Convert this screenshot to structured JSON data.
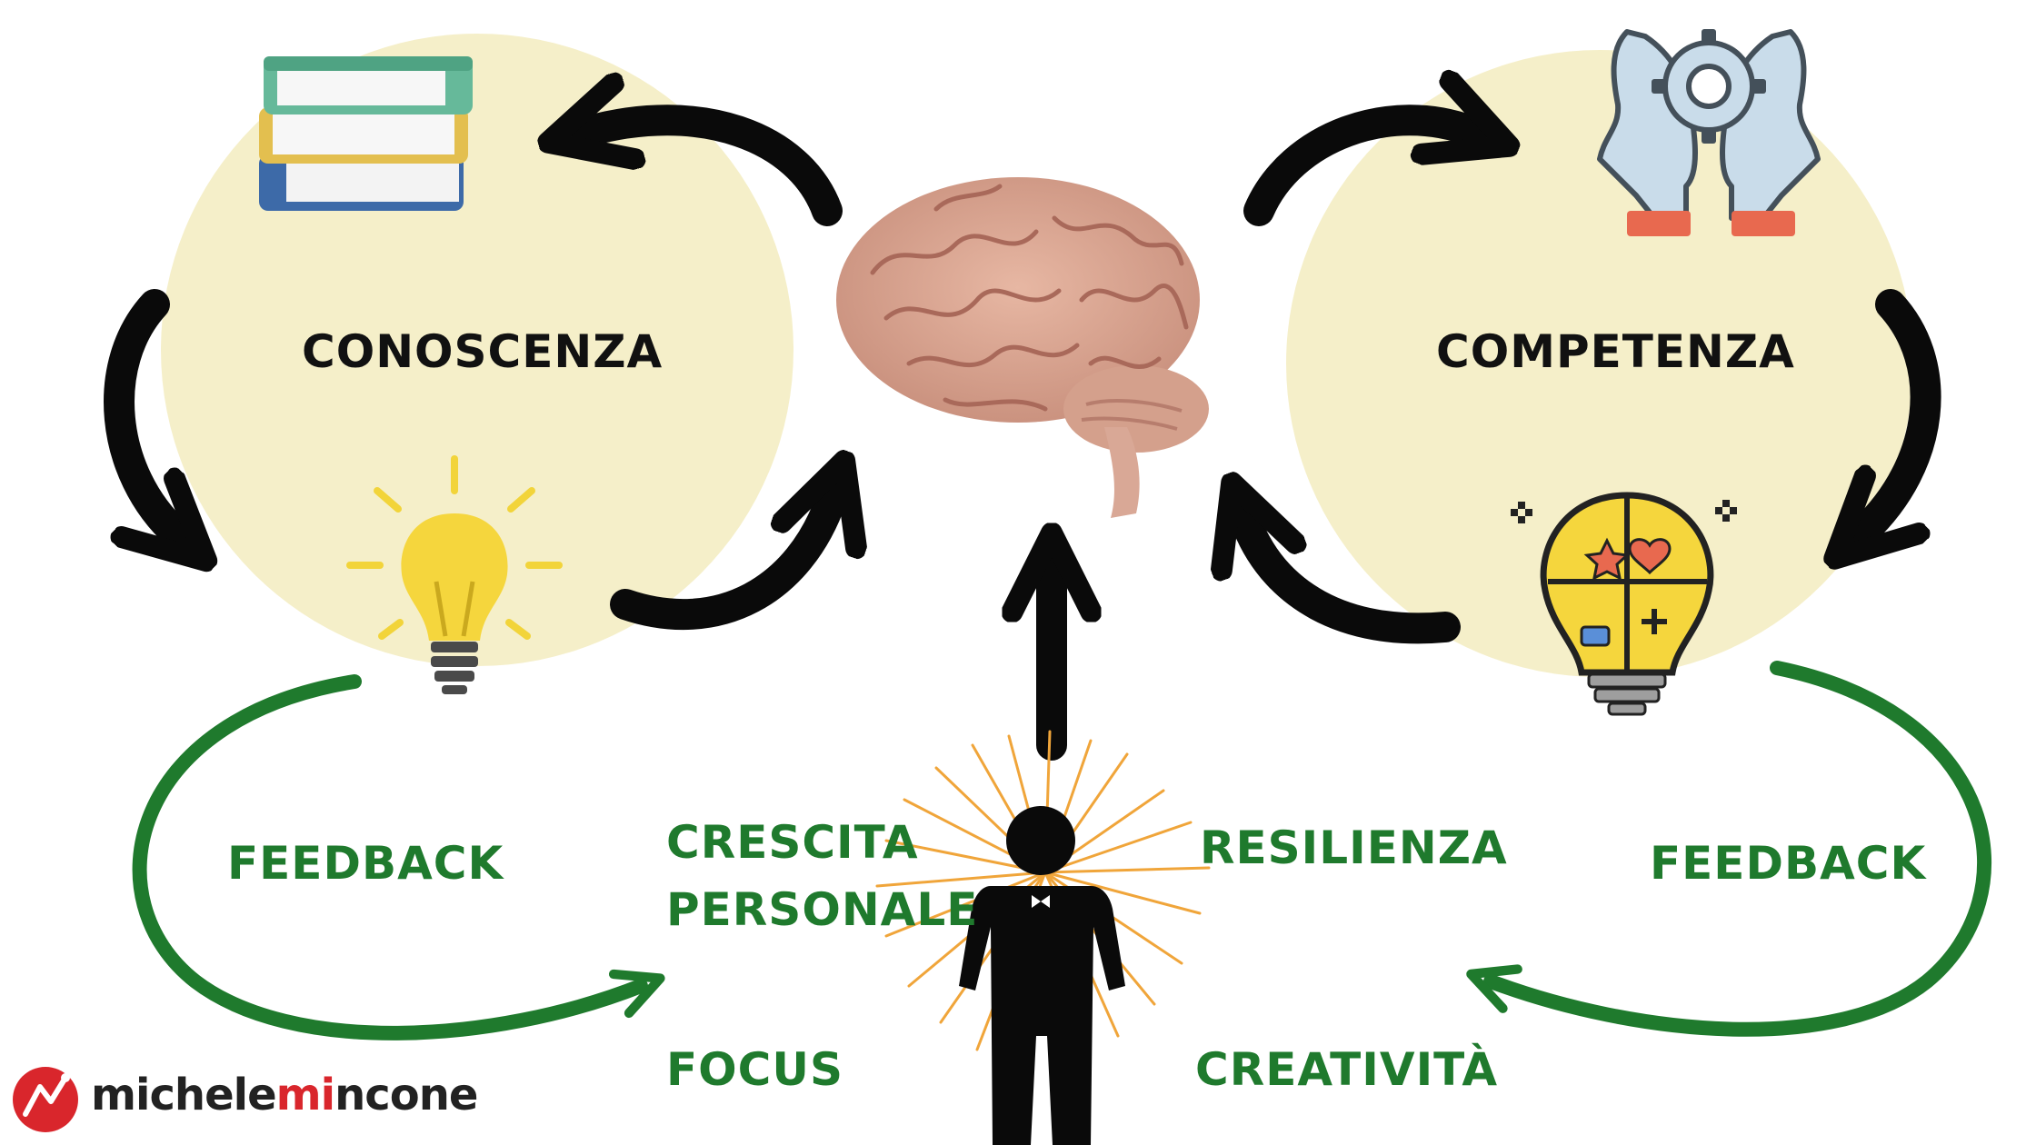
{
  "nodes": {
    "knowledge": "CONOSCENZA",
    "competence": "COMPETENZA"
  },
  "feedback": {
    "left": "FEEDBACK",
    "right": "FEEDBACK"
  },
  "traits": {
    "growth_line1": "CRESCITA",
    "growth_line2": "PERSONALE",
    "resilience": "RESILIENZA",
    "focus": "FOCUS",
    "creativity": "CREATIVITÀ"
  },
  "logo": {
    "part1": "michele",
    "part2": "mi",
    "part3": "ncone"
  },
  "colors": {
    "circle_fill": "#f5efc9",
    "arrow_black": "#0a0a0a",
    "feedback_green": "#1f7a2d",
    "logo_red": "#d9262c"
  },
  "icons": [
    "books-icon",
    "lightbulb-icon",
    "brain-icon",
    "hands-gear-icon",
    "puzzle-lightbulb-icon",
    "person-icon"
  ]
}
